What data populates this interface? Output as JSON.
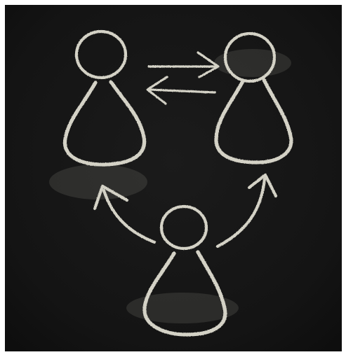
{
  "image": {
    "board_color": "#161616",
    "chalk_color": "#d4d2c6",
    "frame_color": "#ffffff"
  },
  "figures": [
    {
      "name": "left-person-figure"
    },
    {
      "name": "right-person-figure"
    },
    {
      "name": "bottom-person-figure"
    }
  ],
  "arrows": [
    {
      "name": "arrow-left-to-right",
      "direction": "right"
    },
    {
      "name": "arrow-right-to-left",
      "direction": "left"
    },
    {
      "name": "arrow-bottom-to-left",
      "direction": "up-left"
    },
    {
      "name": "arrow-bottom-to-right",
      "direction": "up-right"
    }
  ]
}
